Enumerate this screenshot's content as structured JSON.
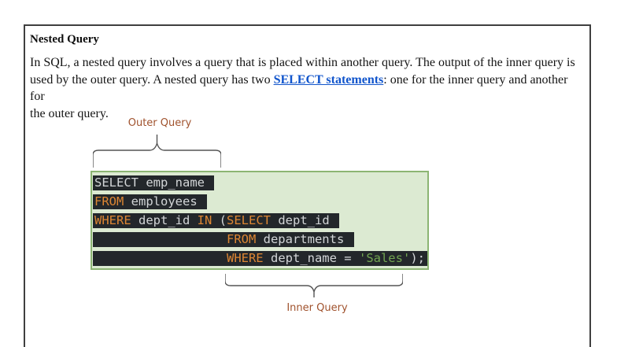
{
  "document": {
    "title": "Nested Query",
    "paragraph": {
      "line1": "In SQL, a nested query involves a query that is placed within another query. The output of the inner query is",
      "line2_before": "used by the outer query. A nested query has two ",
      "link_text": "SELECT statements",
      "line2_after": ": one for the inner query and another for",
      "line3": "the outer query."
    },
    "link_color": "#1155cc",
    "border_color": "#3f3f3f"
  },
  "diagram": {
    "outer_label": "Outer Query",
    "inner_label": "Inner Query",
    "label_color": "#a0522d",
    "brace_color": "#555555"
  },
  "code_block": {
    "background": "#dcead2",
    "border_color": "#8cb573",
    "line_background": "#23272b",
    "text_color": "#d3d6d8",
    "keyword_color": "#dd8633",
    "string_color": "#72a551",
    "lines": [
      {
        "tokens": [
          {
            "type": "plain",
            "text": "SELECT emp_name "
          }
        ]
      },
      {
        "tokens": [
          {
            "type": "keyword",
            "text": "FROM"
          },
          {
            "type": "plain",
            "text": " employees "
          }
        ]
      },
      {
        "tokens": [
          {
            "type": "keyword",
            "text": "WHERE"
          },
          {
            "type": "plain",
            "text": " dept_id "
          },
          {
            "type": "keyword",
            "text": "IN"
          },
          {
            "type": "plain",
            "text": " ("
          },
          {
            "type": "keyword",
            "text": "SELECT"
          },
          {
            "type": "plain",
            "text": " dept_id "
          }
        ]
      },
      {
        "tokens": [
          {
            "type": "plain",
            "text": "                  "
          },
          {
            "type": "keyword",
            "text": "FROM"
          },
          {
            "type": "plain",
            "text": " departments "
          }
        ]
      },
      {
        "tokens": [
          {
            "type": "plain",
            "text": "                  "
          },
          {
            "type": "keyword",
            "text": "WHERE"
          },
          {
            "type": "plain",
            "text": " dept_name = "
          },
          {
            "type": "string",
            "text": "'Sales'"
          },
          {
            "type": "plain",
            "text": ");"
          }
        ]
      }
    ]
  }
}
